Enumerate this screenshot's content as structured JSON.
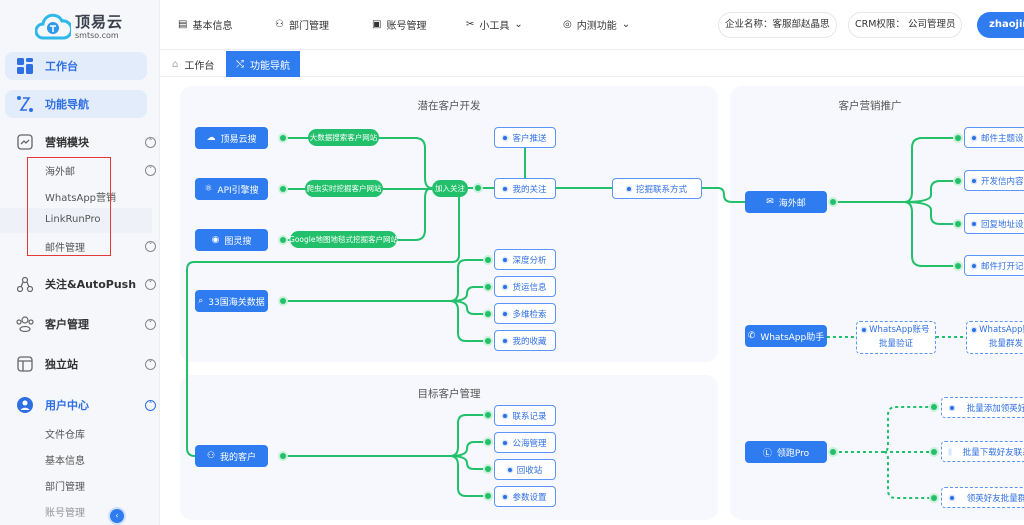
{
  "logo": {
    "name": "顶易云",
    "url": "smtso.com"
  },
  "header": {
    "nav": [
      "基本信息",
      "部门管理",
      "账号管理",
      "小工具",
      "内测功能"
    ],
    "company": "企业名称：客服部赵晶思",
    "crm": "CRM权限： 公司管理员",
    "user": "zhaojin"
  },
  "tabs": [
    "工作台",
    "功能导航"
  ],
  "sidebar": {
    "top": [
      "工作台",
      "功能导航"
    ],
    "marketing": "营销模块",
    "marketing_sub": [
      "海外邮",
      "WhatsApp营销",
      "LinkRunPro",
      "邮件管理"
    ],
    "groups": [
      "关注&AutoPush",
      "客户管理",
      "独立站"
    ],
    "user_center": "用户中心",
    "user_sub": [
      "文件仓库",
      "基本信息",
      "部门管理",
      "账号管理"
    ]
  },
  "panels": {
    "p1": "潜在客户开发",
    "p2": "目标客户管理",
    "p3": "客户营销推广"
  },
  "sources": [
    "顶易云搜",
    "API引擎搜",
    "图灵搜"
  ],
  "source_pills": [
    "大数据搜索客户网站",
    "爬虫实时挖掘客户网站",
    "Google地图地毯式挖掘客户网站"
  ],
  "join": "加入关注",
  "follow": {
    "push": "客户推送",
    "mine": "我的关注",
    "mine_contacts": "挖掘联系方式"
  },
  "customs": {
    "label": "33国海关数据",
    "items": [
      "深度分析",
      "货运信息",
      "多维检索",
      "我的收藏"
    ]
  },
  "customers": {
    "label": "我的客户",
    "items": [
      "联系记录",
      "公海管理",
      "回收站",
      "参数设置"
    ]
  },
  "mail": {
    "label": "海外邮",
    "items": [
      "邮件主题设置",
      "开发信内容设置",
      "回复地址设置",
      "邮件打开记录"
    ]
  },
  "whatsapp": {
    "label": "WhatsApp助手",
    "items": [
      [
        "WhatsApp账号",
        "批量验证"
      ],
      [
        "WhatsApp账号",
        "批量群发"
      ]
    ]
  },
  "linkrun": {
    "label": "领跑Pro",
    "items": [
      "批量添加领英好友",
      "批量下载好友联系方式",
      "领英好友批量群发"
    ]
  },
  "colors": {
    "primary": "#2f7bf0",
    "green": "#22c06a",
    "panel": "#f6f8fd",
    "highlight": "#e53935"
  }
}
